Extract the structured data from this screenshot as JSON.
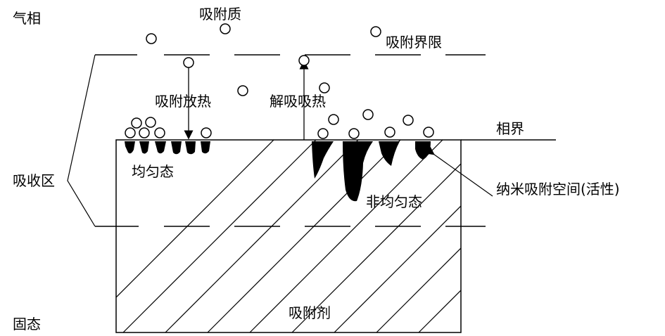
{
  "labels": {
    "gas_phase": "气相",
    "adsorbate": "吸附质",
    "adsorption_boundary": "吸附界限",
    "adsorption_heat_release": "吸附放热",
    "desorption_heat_absorption": "解吸吸热",
    "phase_boundary": "相界",
    "absorption_zone": "吸收区",
    "homogeneous": "均匀态",
    "heterogeneous": "非均匀态",
    "nano_adsorption_space": "纳米吸附空间(活性)",
    "solid_state": "固态",
    "adsorbent": "吸附剂"
  },
  "colors": {
    "line": "#000000",
    "fill_black": "#000000",
    "background": "#ffffff"
  }
}
